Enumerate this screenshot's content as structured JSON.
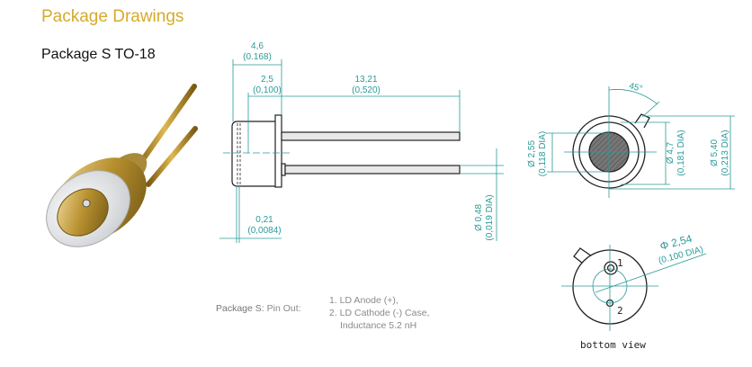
{
  "title": "Package Drawings",
  "subtitle": "Package S  TO-18",
  "side_view": {
    "dim_overall": "4,6",
    "dim_overall_in": "(0.168)",
    "dim_cap": "2,5",
    "dim_cap_in": "(0,100)",
    "dim_lead": "13,21",
    "dim_lead_in": "(0,520)",
    "dim_window": "0,21",
    "dim_window_in": "(0,0084)",
    "dim_lead_dia": "Ø 0,48",
    "dim_lead_dia_in": "(0,019 DIA)"
  },
  "front_view": {
    "angle": "45°",
    "dim_window_dia": "Ø 2,55",
    "dim_window_dia_in": "(0,118 DIA)",
    "dim_cap_dia": "Ø 4,7",
    "dim_cap_dia_in": "(0,181 DIA)",
    "dim_flange_dia": "Ø 5,40",
    "dim_flange_dia_in": "(0,213 DIA)"
  },
  "bottom_view": {
    "pin_circle": "Φ 2,54",
    "pin_circle_in": "(0.100 DIA)",
    "pin1": "1",
    "pin2": "2",
    "caption": "bottom view"
  },
  "pinout": {
    "label": "Package S:",
    "label_suffix": " Pin Out:",
    "items": [
      "1. LD Anode (+),",
      "2. LD Cathode (-) Case,",
      "Inductance 5.2 nH"
    ]
  },
  "colors": {
    "title": "#d6aa2c",
    "dimension": "#2a9a98"
  }
}
